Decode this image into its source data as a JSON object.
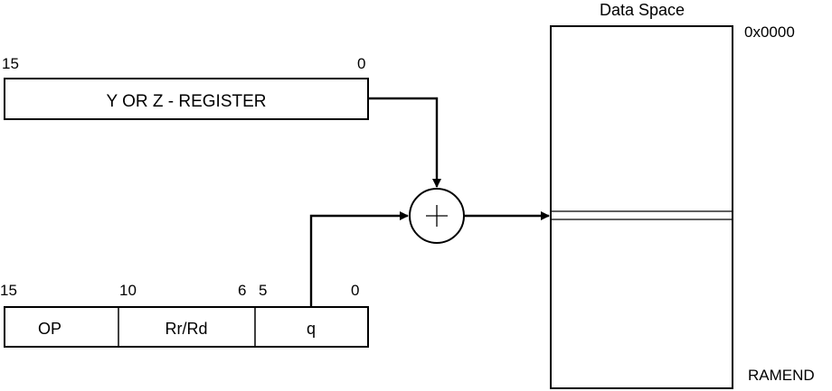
{
  "register_box": {
    "label": "Y OR Z - REGISTER",
    "bit_high": "15",
    "bit_low": "0"
  },
  "instruction_word": {
    "bits": {
      "b15": "15",
      "b10": "10",
      "b6": "6",
      "b5": "5",
      "b0": "0"
    },
    "fields": {
      "op": "OP",
      "rr_rd": "Rr/Rd",
      "q": "q"
    }
  },
  "adder": {
    "symbol": "+"
  },
  "data_space": {
    "title": "Data Space",
    "top_address": "0x0000",
    "bottom_address": "RAMEND"
  }
}
